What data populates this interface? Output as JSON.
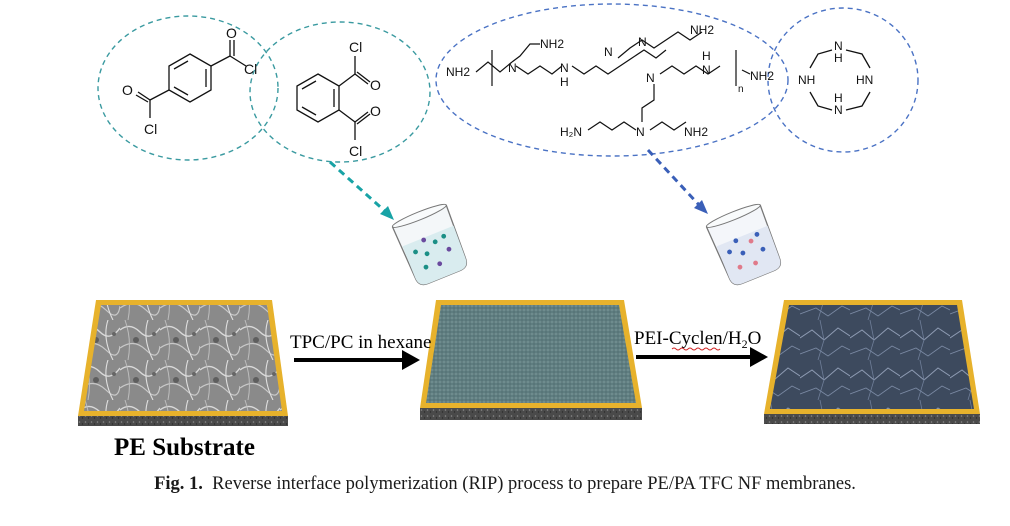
{
  "reagents": {
    "tpc_substituents": [
      "Cl",
      "Cl"
    ],
    "pc_substituents": [
      "Cl",
      "Cl"
    ],
    "pei_end_groups": [
      "NH2",
      "NH2",
      "NH2",
      "NH2",
      "NH2",
      "NH2",
      "NH"
    ],
    "pei_repeat_subscript": "n",
    "cyclen_groups": [
      "N",
      "H",
      "NH",
      "HN",
      "H",
      "N"
    ]
  },
  "process": {
    "step1_label": "TPC/PC in hexane",
    "step2_label_prefix": "PEI-Cyclen/H",
    "step2_label_sub": "2",
    "step2_label_suffix": "O",
    "substrate_label": "PE Substrate"
  },
  "caption": {
    "prefix": "Fig. 1.",
    "text": "Reverse interface polymerization (RIP) process to prepare PE/PA TFC NF membranes."
  },
  "colors": {
    "teal_dash": "#3a9aa0",
    "blue_dash": "#4a72c4",
    "membrane_border": "#e7b22c",
    "teal_arrow": "#18a3a6",
    "blue_arrow": "#3a5fb8"
  }
}
